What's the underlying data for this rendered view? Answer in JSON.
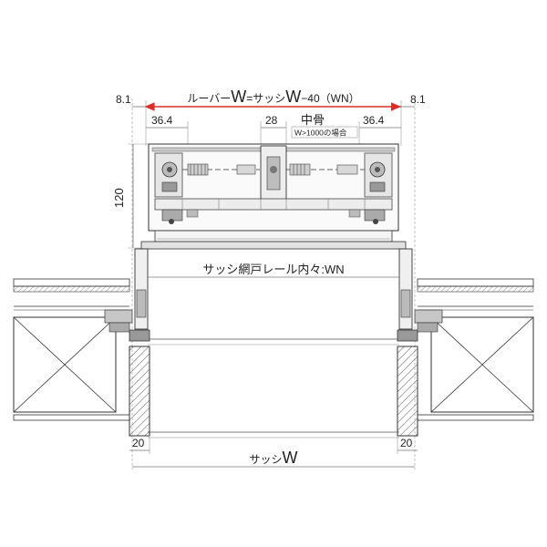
{
  "title": {
    "prefix": "ルーバー",
    "w1": "W",
    "mid": "=サッシ",
    "w2": "W",
    "suffix": "−40（WN）"
  },
  "labels": {
    "left_offset": "8.1",
    "right_offset": "8.1",
    "left_width": "36.4",
    "right_width": "36.4",
    "center_width": "28",
    "center_member": "中骨",
    "center_note": "W>1000の場合",
    "height": "120",
    "inner_rail": "サッシ網戸レール内々:WN",
    "left_bottom": "20",
    "right_bottom": "20",
    "sash_prefix": "サッシ",
    "sash_w": "W"
  },
  "colors": {
    "accent_line": "#d9302a",
    "line": "#333333",
    "dim_line": "#777777",
    "fill_gray": "#d7d7d7",
    "fill_dark": "#9a9a9a"
  }
}
